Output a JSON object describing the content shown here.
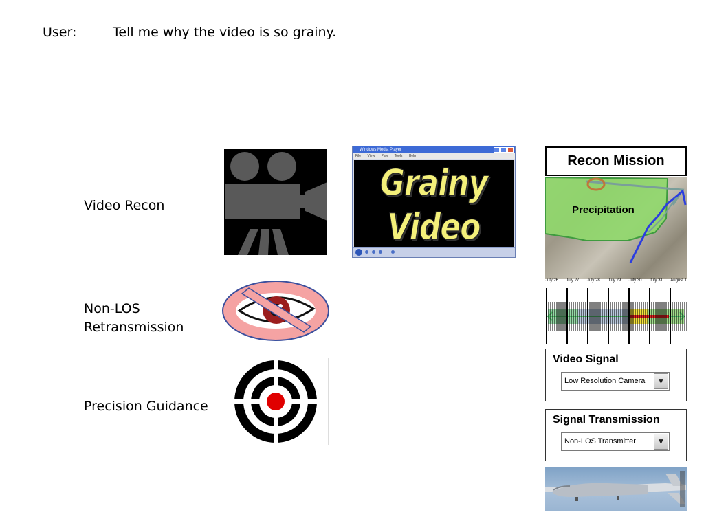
{
  "header": {
    "speaker": "User:",
    "query": "Tell me why the video is so grainy."
  },
  "capabilities": [
    {
      "label": "Video Recon",
      "icon": "video-camera-icon"
    },
    {
      "label_line1": "Non-LOS",
      "label_line2": "Retransmission",
      "icon": "no-eye-icon"
    },
    {
      "label": "Precision Guidance",
      "icon": "target-icon"
    }
  ],
  "player": {
    "window_title": "Windows Media Player",
    "menu": [
      "File",
      "View",
      "Play",
      "Tools",
      "Help"
    ],
    "overlay_line1": "Grainy",
    "overlay_line2": "Video"
  },
  "mission": {
    "title": "Recon Mission",
    "map_label": "Precipitation",
    "timeline_dates": [
      "July 26",
      "July 27",
      "July 28",
      "July 29",
      "July 30",
      "July 31",
      "August 1"
    ]
  },
  "video_signal": {
    "title": "Video Signal",
    "selected": "Low Resolution Camera"
  },
  "signal_transmission": {
    "title": "Signal Transmission",
    "selected": "Non-LOS Transmitter"
  },
  "colors": {
    "precip_fill": "#8fd86a",
    "route": "#2b3de0",
    "timeline_red": "#e02020",
    "timeline_yellow": "#f3e23a",
    "timeline_green": "#4fbf6a"
  }
}
